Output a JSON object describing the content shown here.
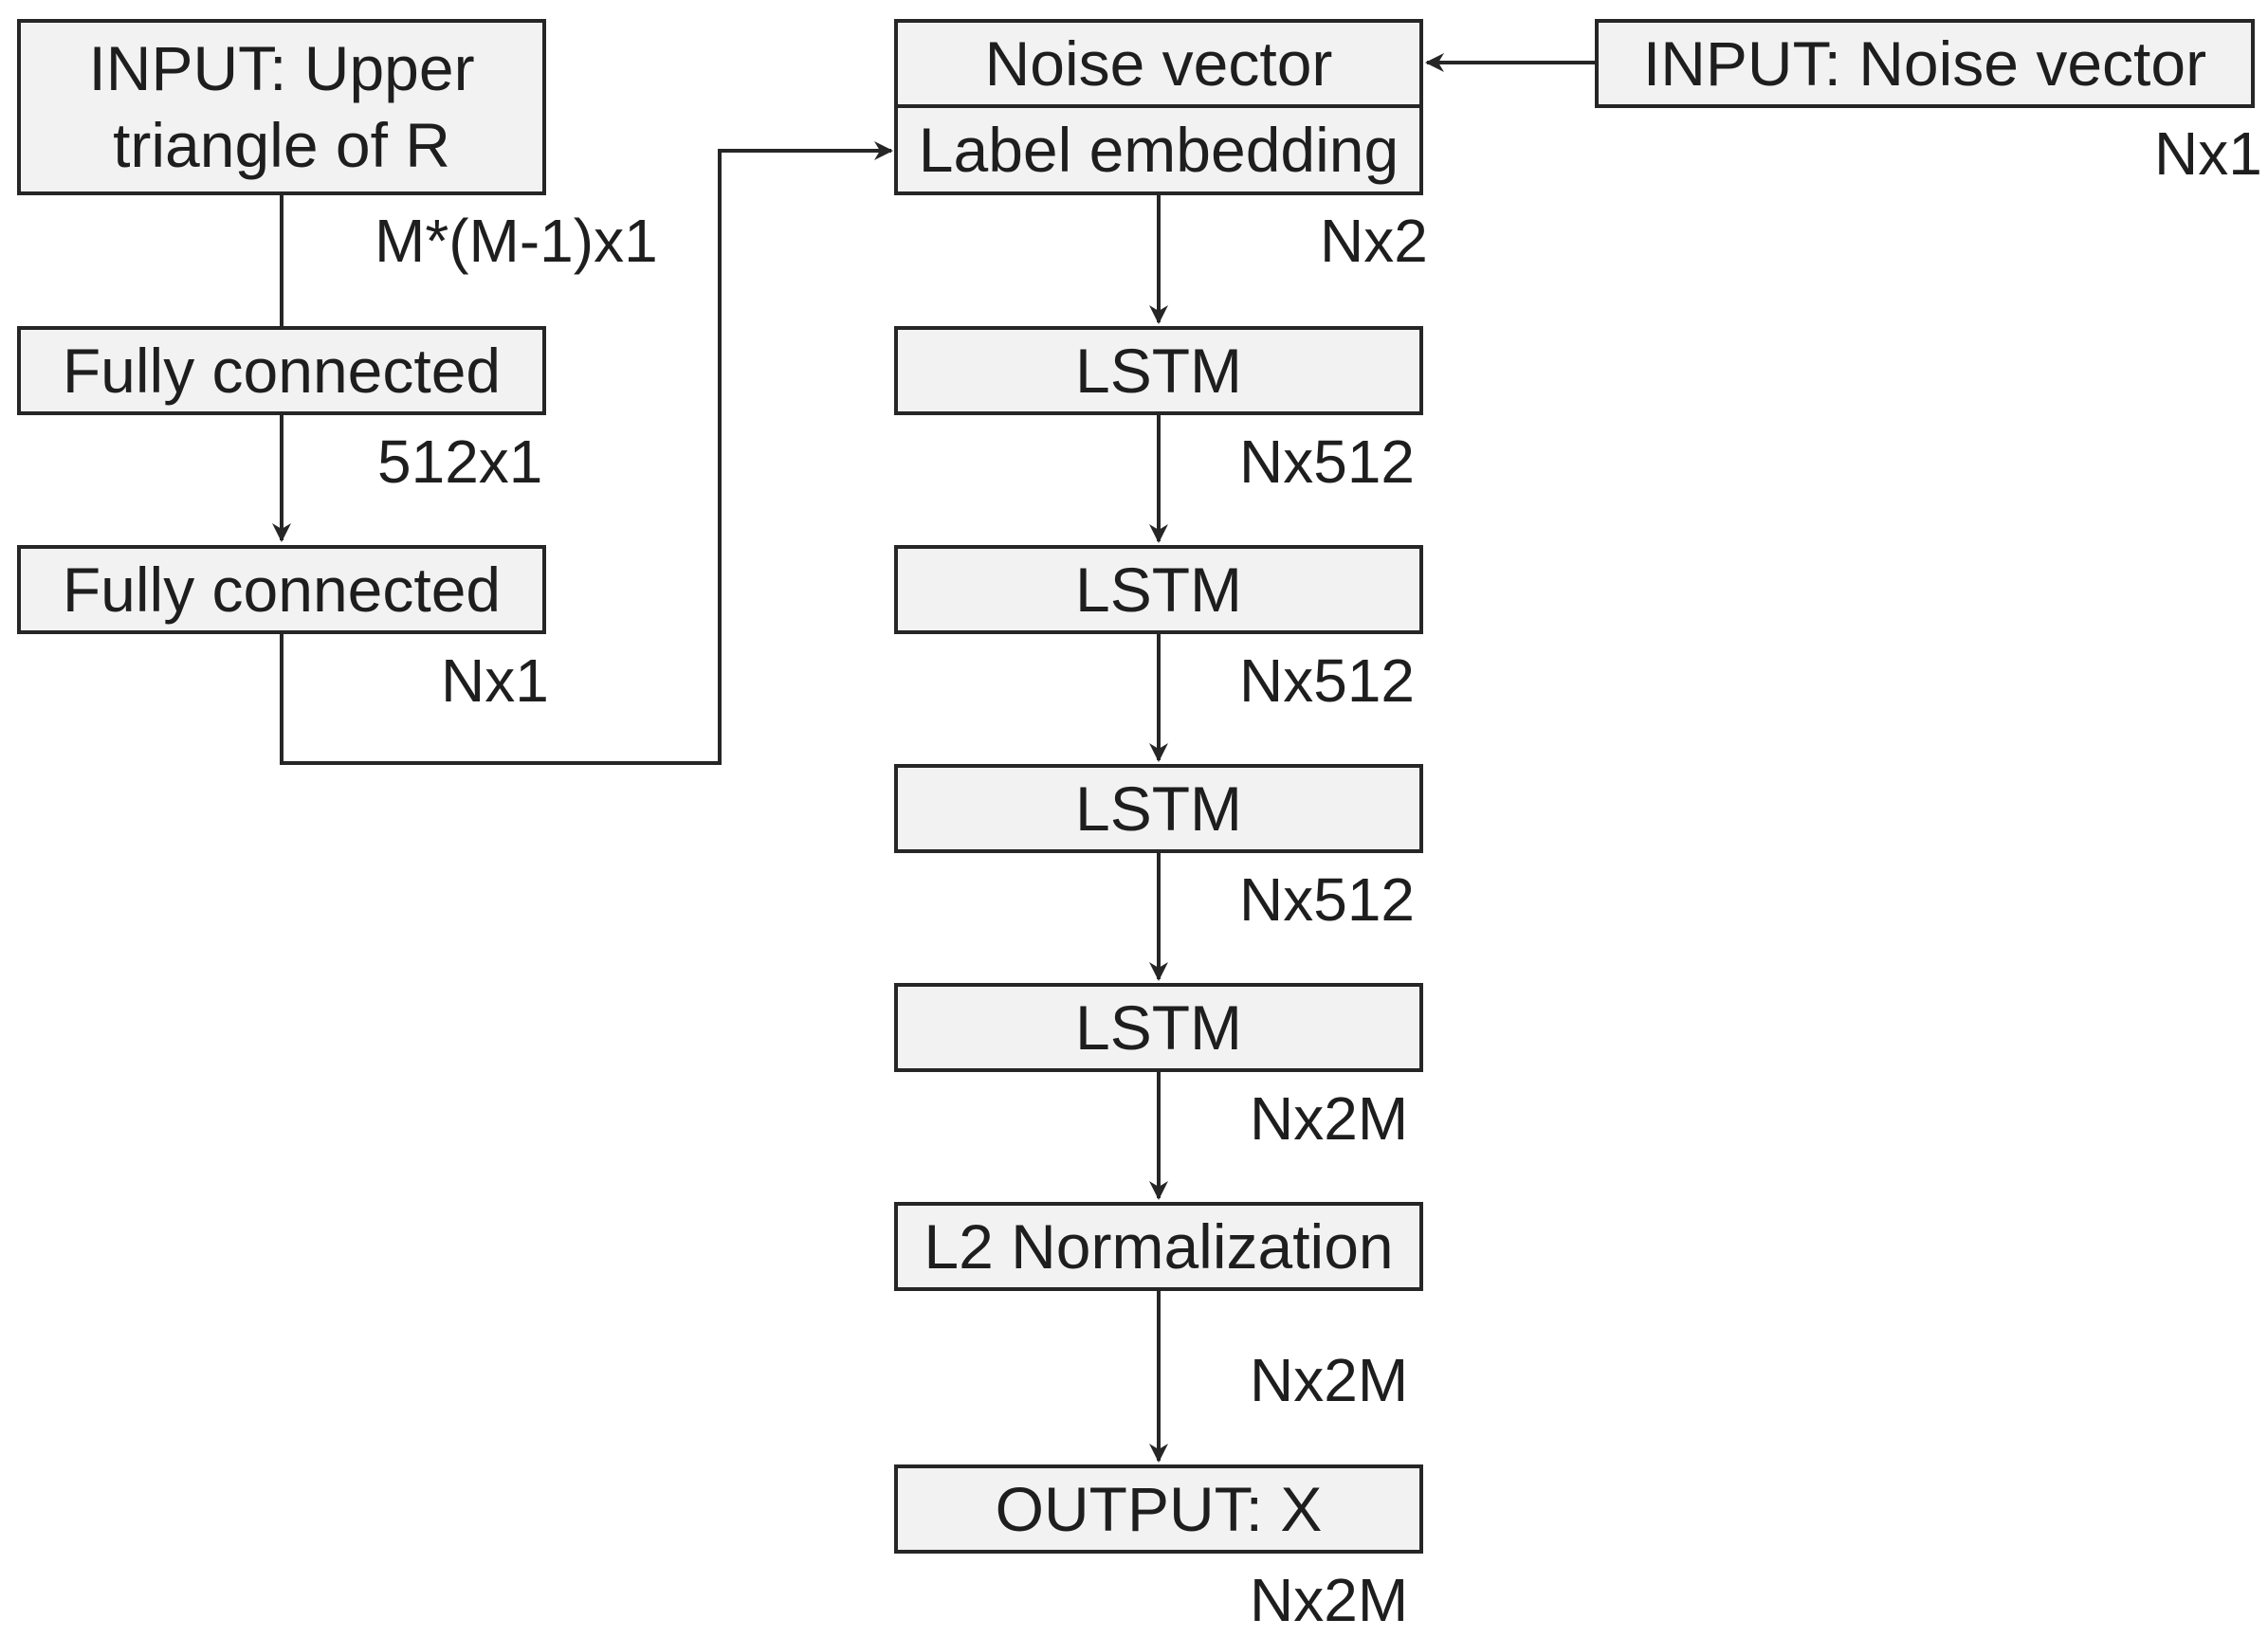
{
  "colors": {
    "box_fill": "#f2f2f2",
    "stroke": "#262626",
    "text": "#1e1e1e",
    "background": "#ffffff"
  },
  "left_branch": {
    "input_box": "INPUT: Upper\ntriangle of R",
    "input_dim": "M*(M-1)x1",
    "fc1_box": "Fully connected",
    "fc1_dim": "512x1",
    "fc2_box": "Fully connected",
    "fc2_dim": "Nx1"
  },
  "noise_input": {
    "box": "INPUT: Noise vector",
    "dim": "Nx1"
  },
  "main_column": {
    "noise_box": "Noise vector",
    "label_embedding_box": "Label embedding",
    "embedding_dim": "Nx2",
    "lstm1_box": "LSTM",
    "lstm1_dim": "Nx512",
    "lstm2_box": "LSTM",
    "lstm2_dim": "Nx512",
    "lstm3_box": "LSTM",
    "lstm3_dim": "Nx512",
    "lstm4_box": "LSTM",
    "lstm4_dim": "Nx2M",
    "l2_box": "L2 Normalization",
    "l2_dim": "Nx2M",
    "output_box": "OUTPUT: X",
    "output_dim": "Nx2M"
  }
}
